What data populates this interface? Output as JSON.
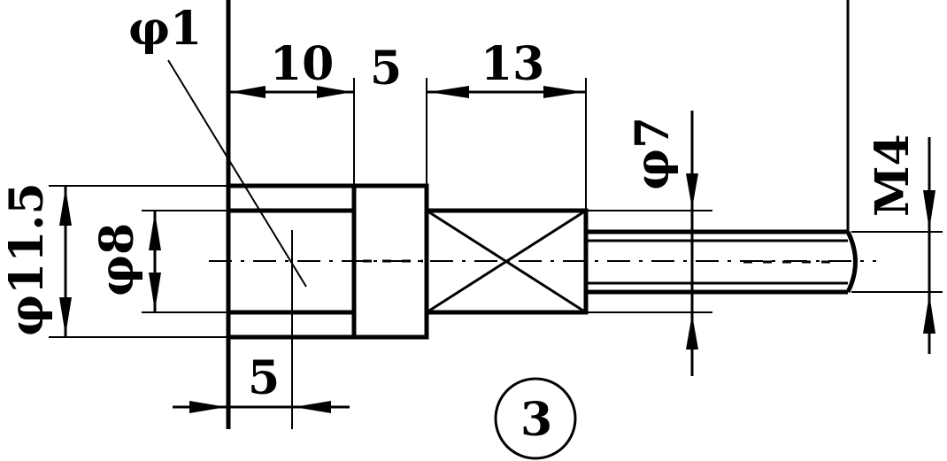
{
  "figure": {
    "part_number": "3",
    "dimensions": {
      "hole_diameter": "φ1",
      "length_a": "10",
      "collar_width": "5",
      "length_b": "13",
      "shaft_diameter": "φ7",
      "thread": "M4",
      "outer_diameter": "φ11.5",
      "bore_diameter": "φ8",
      "hole_offset": "5"
    }
  }
}
